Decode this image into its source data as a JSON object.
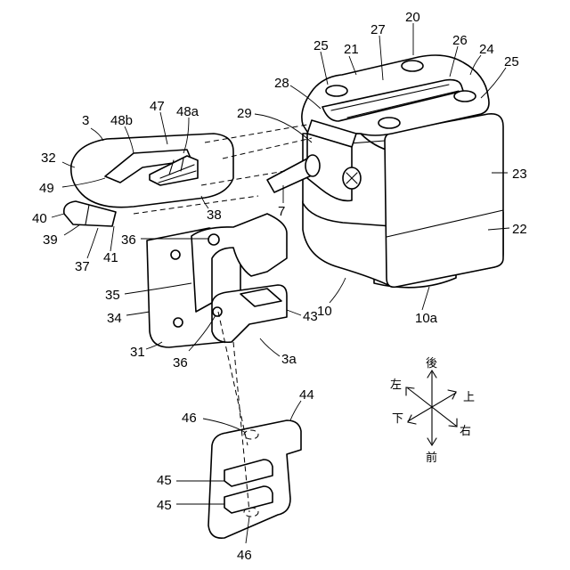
{
  "labels": {
    "l3": "3",
    "l20": "20",
    "l21": "21",
    "l22": "22",
    "l23": "23",
    "l24": "24",
    "l25a": "25",
    "l25b": "25",
    "l26": "26",
    "l27": "27",
    "l28": "28",
    "l29": "29",
    "l7": "7",
    "l10": "10",
    "l10a": "10a",
    "l3a": "3a",
    "l31": "31",
    "l32": "32",
    "l34": "34",
    "l35": "35",
    "l36a": "36",
    "l36b": "36",
    "l37": "37",
    "l38": "38",
    "l39": "39",
    "l40": "40",
    "l41": "41",
    "l43": "43",
    "l44": "44",
    "l45a": "45",
    "l45b": "45",
    "l46a": "46",
    "l46b": "46",
    "l47": "47",
    "l48a": "48a",
    "l48b": "48b",
    "l49": "49"
  },
  "compass": {
    "back": "後",
    "front": "前",
    "left": "左",
    "right": "右",
    "up": "上",
    "down": "下"
  }
}
